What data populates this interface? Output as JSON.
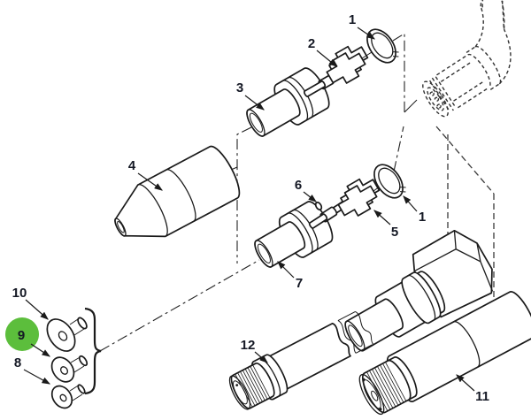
{
  "diagram": {
    "type": "exploded-parts-diagram",
    "background_color": "#ffffff",
    "line_color": "#1a1a1a",
    "label_color": "#141824"
  },
  "highlight": {
    "label": "9",
    "color": "#5cbe3c",
    "shape": "circle"
  },
  "callouts": [
    {
      "label": "1",
      "target": "retaining-ring-upper"
    },
    {
      "label": "2",
      "target": "cross-bracket-upper"
    },
    {
      "label": "3",
      "target": "connector-body-upper"
    },
    {
      "label": "4",
      "target": "boot-cylinder"
    },
    {
      "label": "6",
      "target": "o-ring-bead"
    },
    {
      "label": "5",
      "target": "cross-bracket-middle"
    },
    {
      "label": "1",
      "target": "retaining-ring-middle"
    },
    {
      "label": "7",
      "target": "connector-body-middle"
    },
    {
      "label": "10",
      "target": "trumpet-cap-large"
    },
    {
      "label": "9",
      "target": "trumpet-cap-medium"
    },
    {
      "label": "8",
      "target": "trumpet-cap-small"
    },
    {
      "label": "12",
      "target": "wrench-tool-small"
    },
    {
      "label": "11",
      "target": "wrench-tool-large"
    }
  ]
}
